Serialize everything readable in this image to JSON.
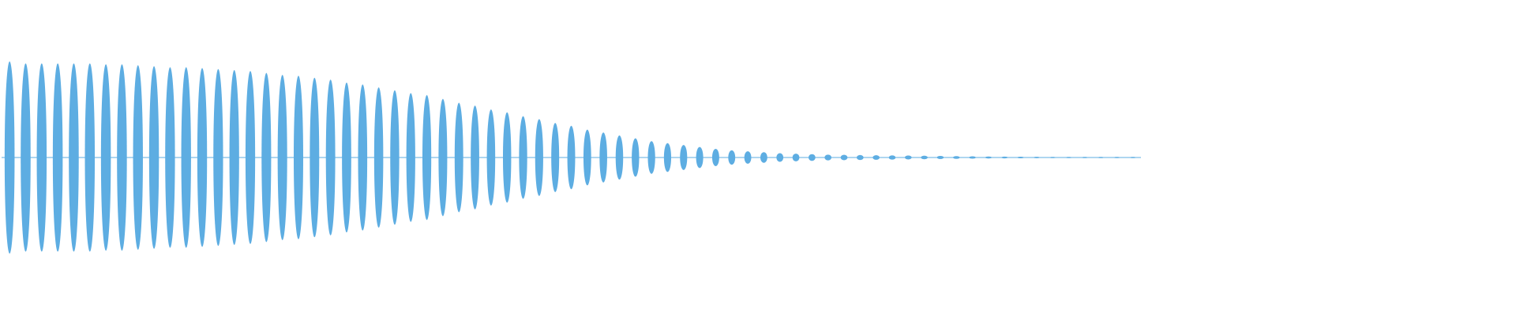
{
  "waveform": {
    "color": "#5dade2",
    "background": "#ffffff",
    "lobes": {
      "amplitudes": [
        1.0,
        0.98,
        0.98,
        0.98,
        0.98,
        0.98,
        0.97,
        0.97,
        0.96,
        0.95,
        0.94,
        0.94,
        0.93,
        0.92,
        0.91,
        0.9,
        0.88,
        0.86,
        0.85,
        0.83,
        0.81,
        0.78,
        0.76,
        0.73,
        0.7,
        0.67,
        0.65,
        0.61,
        0.57,
        0.54,
        0.5,
        0.47,
        0.43,
        0.4,
        0.36,
        0.33,
        0.29,
        0.26,
        0.23,
        0.2,
        0.17,
        0.15,
        0.13,
        0.11,
        0.09,
        0.075,
        0.065,
        0.055,
        0.045,
        0.04,
        0.035,
        0.03,
        0.028,
        0.026,
        0.024,
        0.022,
        0.02,
        0.018,
        0.016,
        0.014,
        0.012,
        0.01,
        0.009,
        0.008,
        0.007,
        0.006,
        0.005,
        0.004,
        0.003,
        0.003,
        0.002
      ]
    }
  }
}
